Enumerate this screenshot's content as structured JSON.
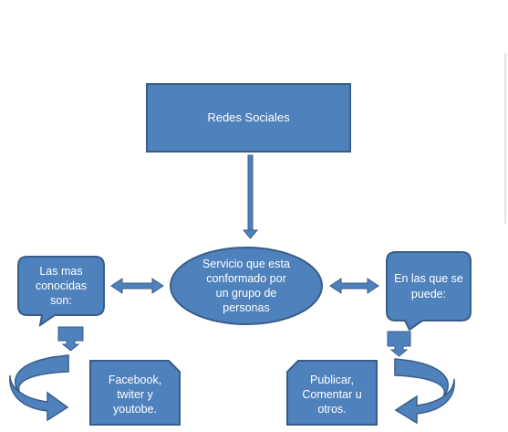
{
  "colors": {
    "fill": "#4f81bd",
    "stroke": "#385d8a",
    "text": "#ffffff",
    "divider": "#c9c9c9"
  },
  "nodes": {
    "title": "Redes Sociales",
    "definition": "Servicio que esta\nconformado por\nun grupo de\npersonas",
    "left_callout": "Las mas\nconocidas\nson:",
    "right_callout": "En las que se\npuede:",
    "left_result": "Facebook,\ntwiter y\nyoutobe.",
    "right_result": "Publicar,\nComentar u\notros."
  },
  "shapes": {
    "title": "rectangle",
    "definition": "ellipse",
    "callouts": "rounded-rectangular-callout",
    "results": "snipped-corner-rectangle",
    "arrows": [
      "down-arrow",
      "left-right-arrow",
      "down-arrow-callout",
      "curved-arrow"
    ]
  }
}
